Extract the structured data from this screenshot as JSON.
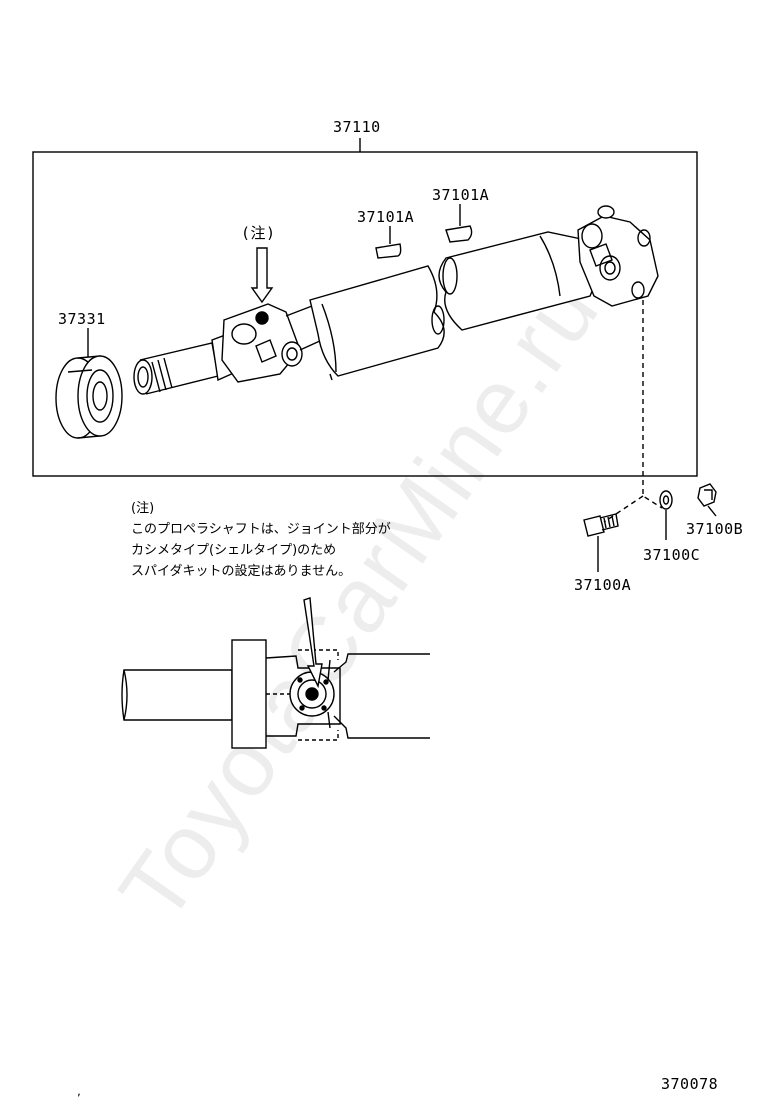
{
  "labels": {
    "assembly": "37110",
    "center_bearing": "37331",
    "weight_left": "37101A",
    "weight_right": "37101A",
    "note_marker": "(注)",
    "bolt": "37100A",
    "nut": "37100B",
    "washer": "37100C"
  },
  "note": {
    "heading": "(注)",
    "line1": "このプロペラシャフトは、ジョイント部分が",
    "line2": "カシメタイプ(シェルタイプ)のため",
    "line3": "スパイダキットの設定はありません。"
  },
  "diagram_id": "370078",
  "watermark": "ToyotaCarMine.ru",
  "stray_mark": ","
}
